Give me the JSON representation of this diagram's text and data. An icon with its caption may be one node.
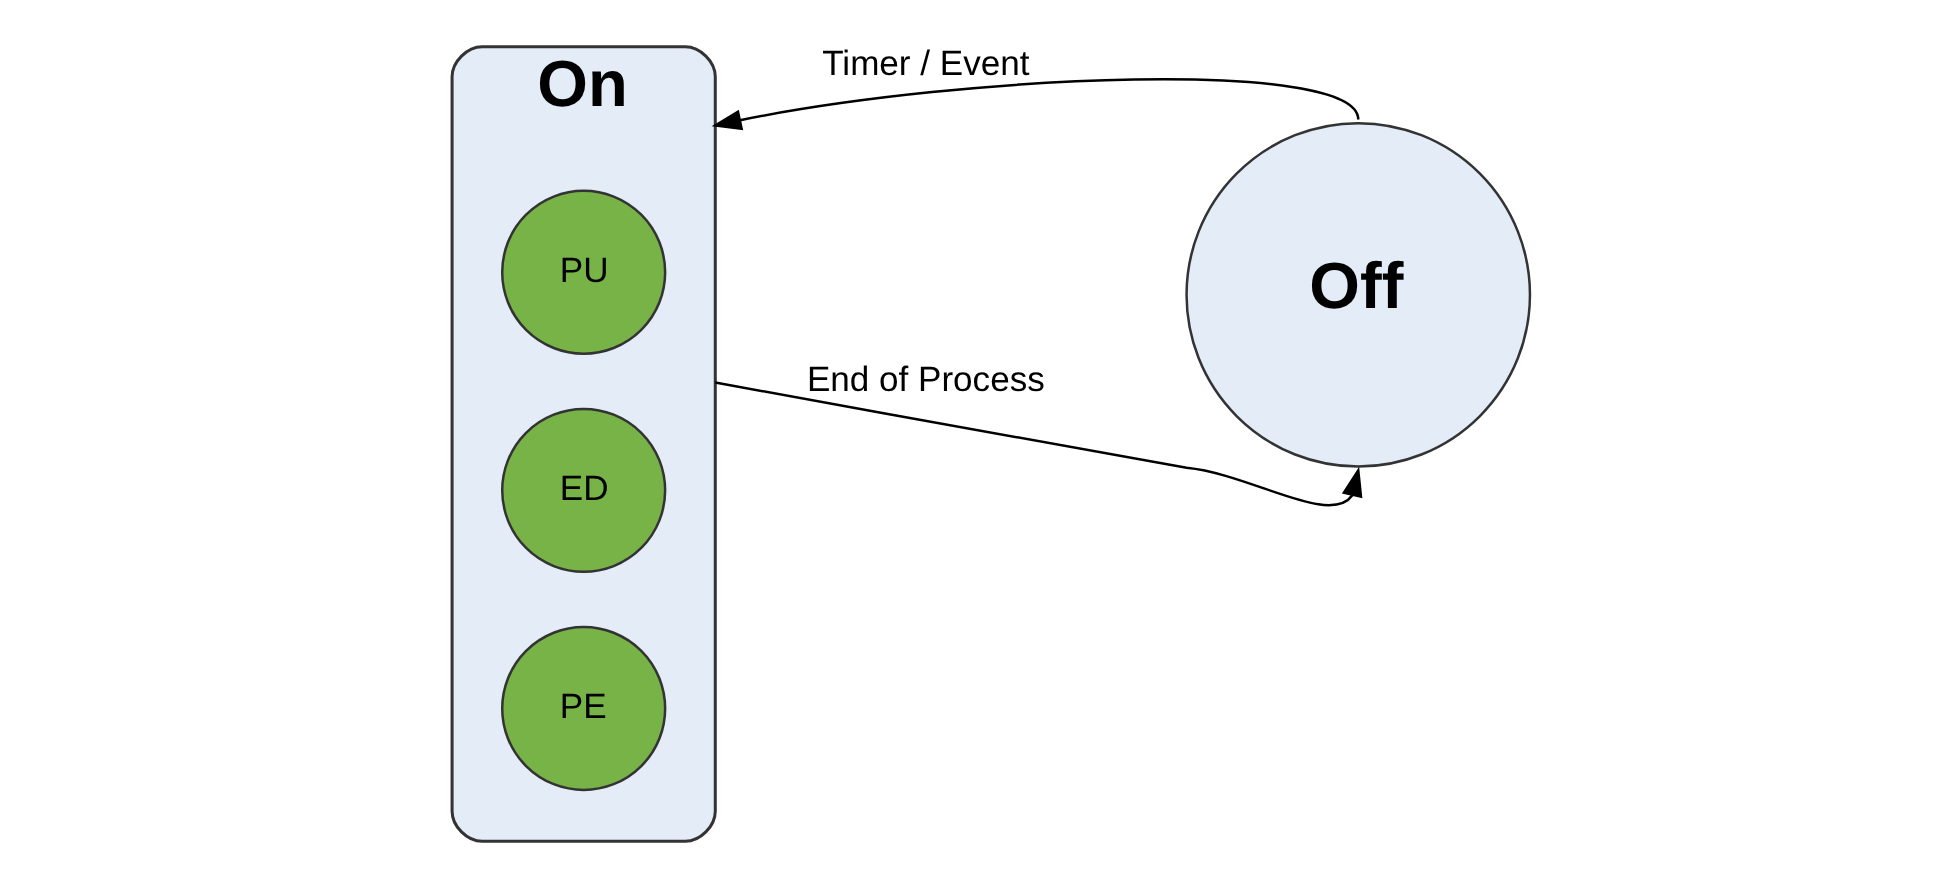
{
  "diagram": {
    "nodes": [
      {
        "text": [
          "On"
        ]
      },
      {
        "text": [
          "PU"
        ],
        "in": 0
      },
      {
        "text": [
          "ED"
        ],
        "in": 0
      },
      {
        "text": [
          "PE"
        ],
        "in": 0
      },
      {
        "text": [
          "Off"
        ]
      }
    ],
    "edges": [
      {
        "from": 4,
        "to": 0,
        "arrow": "to",
        "label": "Timer / Event"
      },
      {
        "from": 0,
        "to": 4,
        "arrow": "to",
        "label": "End of Process"
      }
    ]
  }
}
